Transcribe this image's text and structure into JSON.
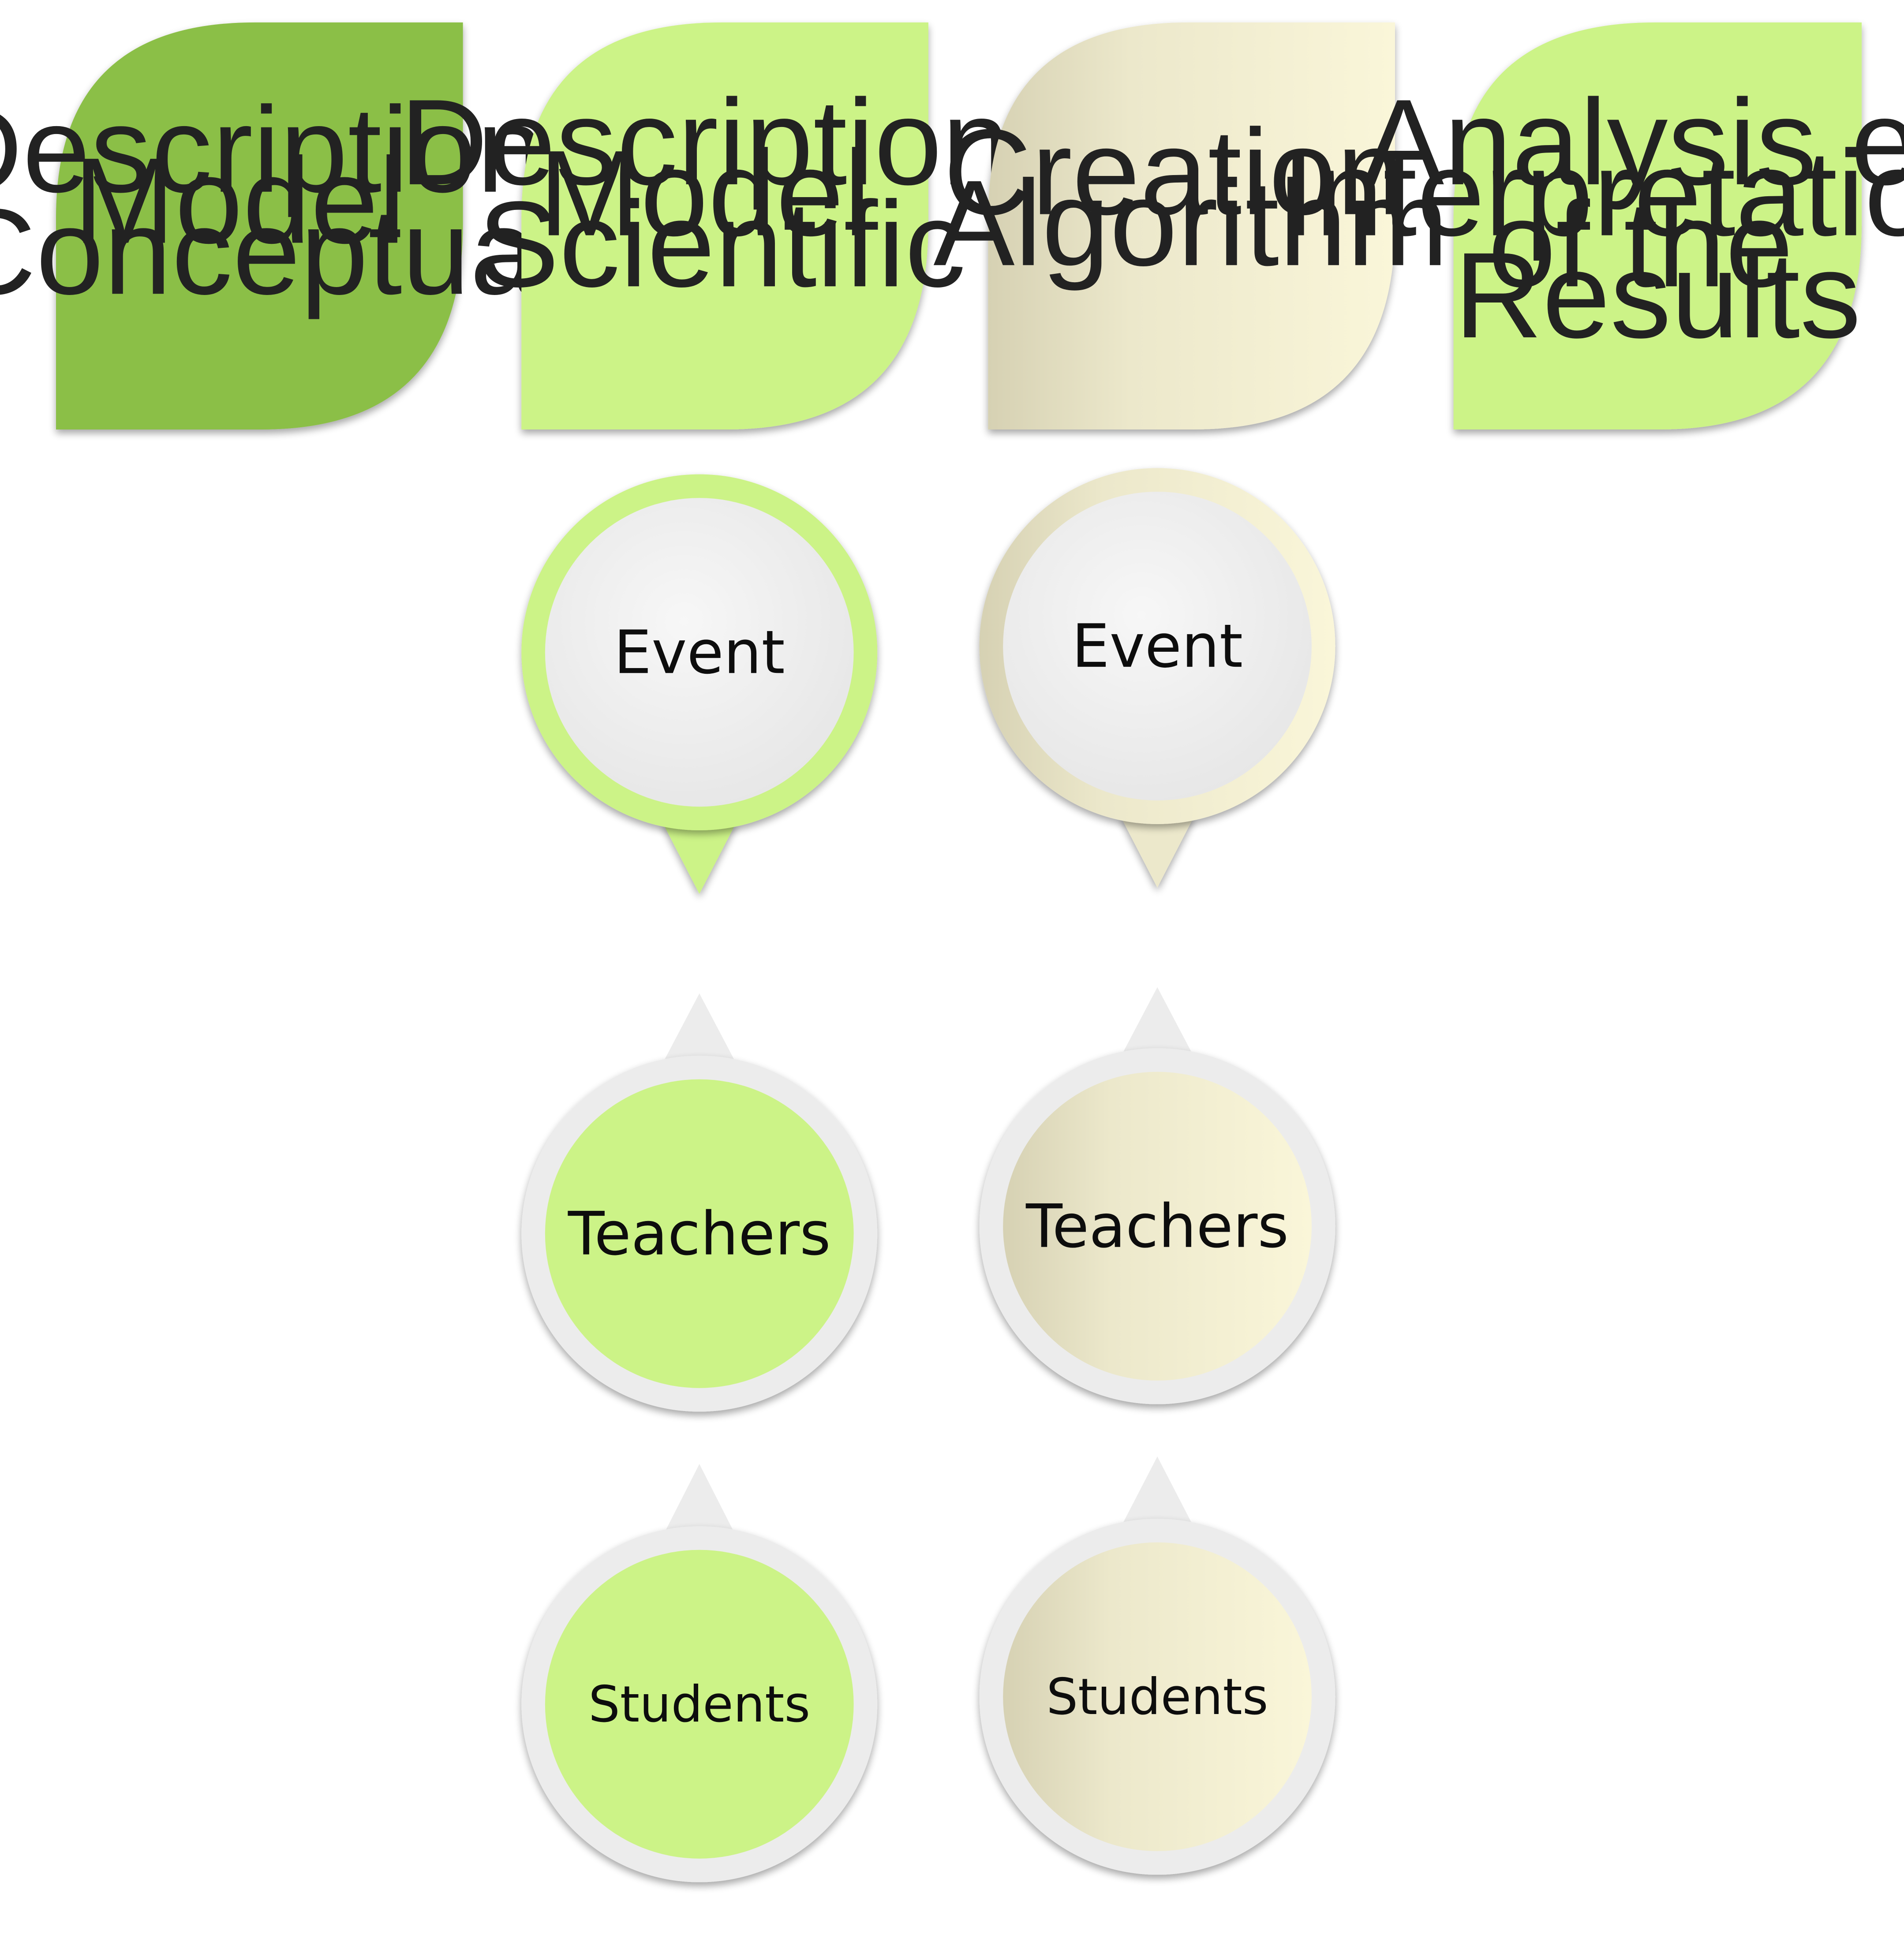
{
  "colors": {
    "dark_green": "#8bbf46",
    "light_green": "#ccf387",
    "cream": "#f6f2d6",
    "cream_shade": "#d8d3b6",
    "light_gray": "#efefef",
    "text": "#111111"
  },
  "steps": [
    {
      "lines": [
        "Description",
        "Model",
        "Conceptual"
      ],
      "fill": "dark_green"
    },
    {
      "lines": [
        "Description",
        "Model",
        "Scientific"
      ],
      "fill": "light_green"
    },
    {
      "lines": [
        "Creation",
        "Algorithm"
      ],
      "fill": "cream"
    },
    {
      "lines": [
        "Analysis e",
        "Interpretation",
        "of the",
        "Results"
      ],
      "fill": "light_green"
    }
  ],
  "columns": [
    {
      "theme": "green",
      "event": "Event",
      "teachers": "Teachers",
      "students": "Students"
    },
    {
      "theme": "cream",
      "event": "Event",
      "teachers": "Teachers",
      "students": "Students"
    }
  ]
}
